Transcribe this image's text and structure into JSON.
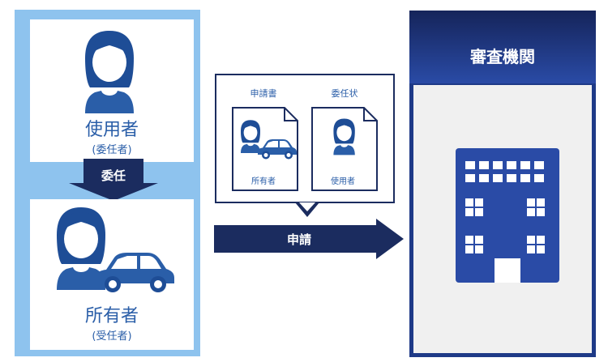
{
  "left": {
    "user": {
      "label": "使用者",
      "sub": "(委任者)"
    },
    "delegate": "委任",
    "owner": {
      "label": "所有者",
      "sub": "(受任者)"
    }
  },
  "documents": {
    "application": {
      "title": "申請書",
      "caption": "所有者"
    },
    "proxy": {
      "title": "委任状",
      "caption": "使用者"
    }
  },
  "apply": "申請",
  "authority": {
    "title": "審査機関"
  },
  "colors": {
    "dark_navy": "#1b2c5f",
    "person_blue": "#2a5ea8",
    "light_blue": "#8ec3ee",
    "building_blue": "#2a4ba6"
  },
  "icons": [
    "person-icon",
    "car-icon",
    "document-icon",
    "building-icon"
  ]
}
